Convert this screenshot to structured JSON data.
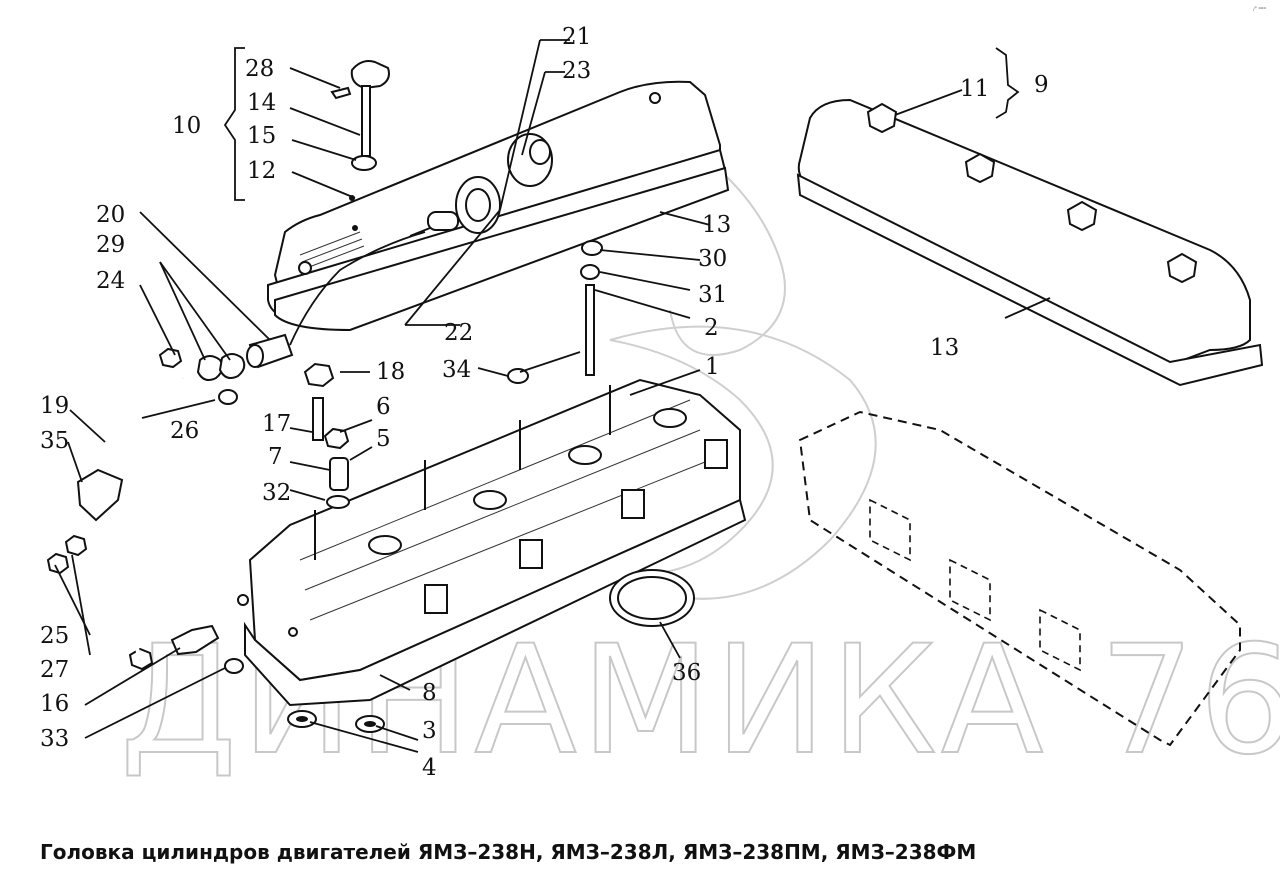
{
  "caption": "Головка цилиндров двигателей ЯМЗ–238Н, ЯМЗ–238Л, ЯМЗ–238ПМ, ЯМЗ–238ФМ",
  "watermark": "ДИНАМИКА 76",
  "corner_stamp": "ᵢᴾ ᵒᵒᵒ",
  "callouts": {
    "n1": "1",
    "n2": "2",
    "n3": "3",
    "n4": "4",
    "n5": "5",
    "n6": "6",
    "n7": "7",
    "n8": "8",
    "n9": "9",
    "n10": "10",
    "n11": "11",
    "n12": "12",
    "n13a": "13",
    "n13b": "13",
    "n14": "14",
    "n15": "15",
    "n16": "16",
    "n17": "17",
    "n18": "18",
    "n19": "19",
    "n20": "20",
    "n21": "21",
    "n22": "22",
    "n23": "23",
    "n24": "24",
    "n25": "25",
    "n26": "26",
    "n27": "27",
    "n28": "28",
    "n29": "29",
    "n30": "30",
    "n31": "31",
    "n32": "32",
    "n33": "33",
    "n34": "34",
    "n35": "35",
    "n36": "36"
  }
}
